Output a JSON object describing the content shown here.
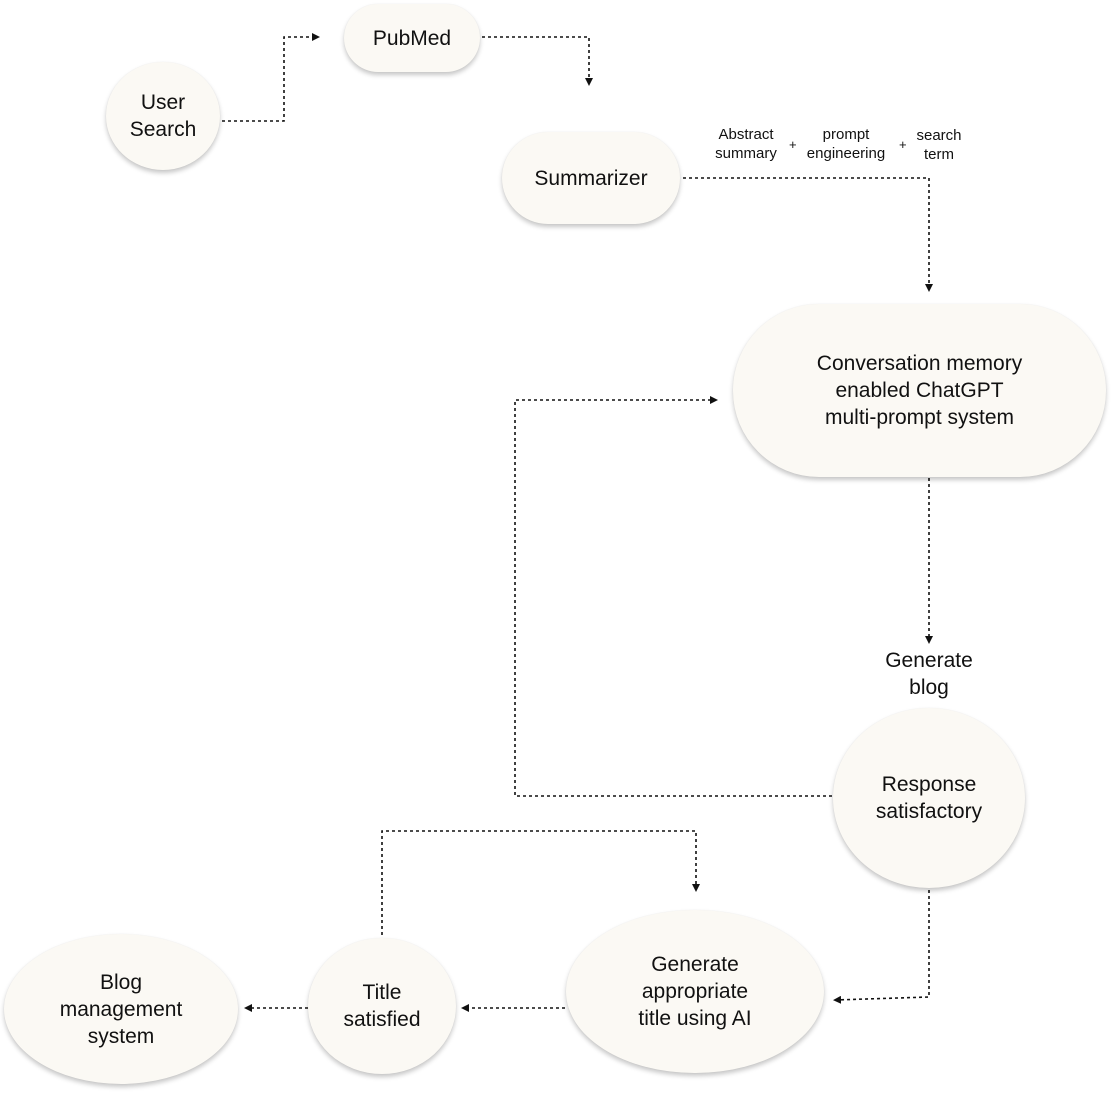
{
  "nodes": {
    "user_search": "User\nSearch",
    "pubmed": "PubMed",
    "summarizer": "Summarizer",
    "chatgpt_system": "Conversation memory\nenabled ChatGPT\nmulti-prompt system",
    "response_satisfactory": "Response\nsatisfactory",
    "generate_title": "Generate\nappropriate\ntitle using AI",
    "title_satisfied": "Title\nsatisfied",
    "blog_management": "Blog\nmanagement\nsystem"
  },
  "labels": {
    "abstract_summary": "Abstract\nsummary",
    "prompt_engineering": "prompt\nengineering",
    "search_term": "search\nterm",
    "plus": "+",
    "generate_blog": "Generate\nblog"
  }
}
